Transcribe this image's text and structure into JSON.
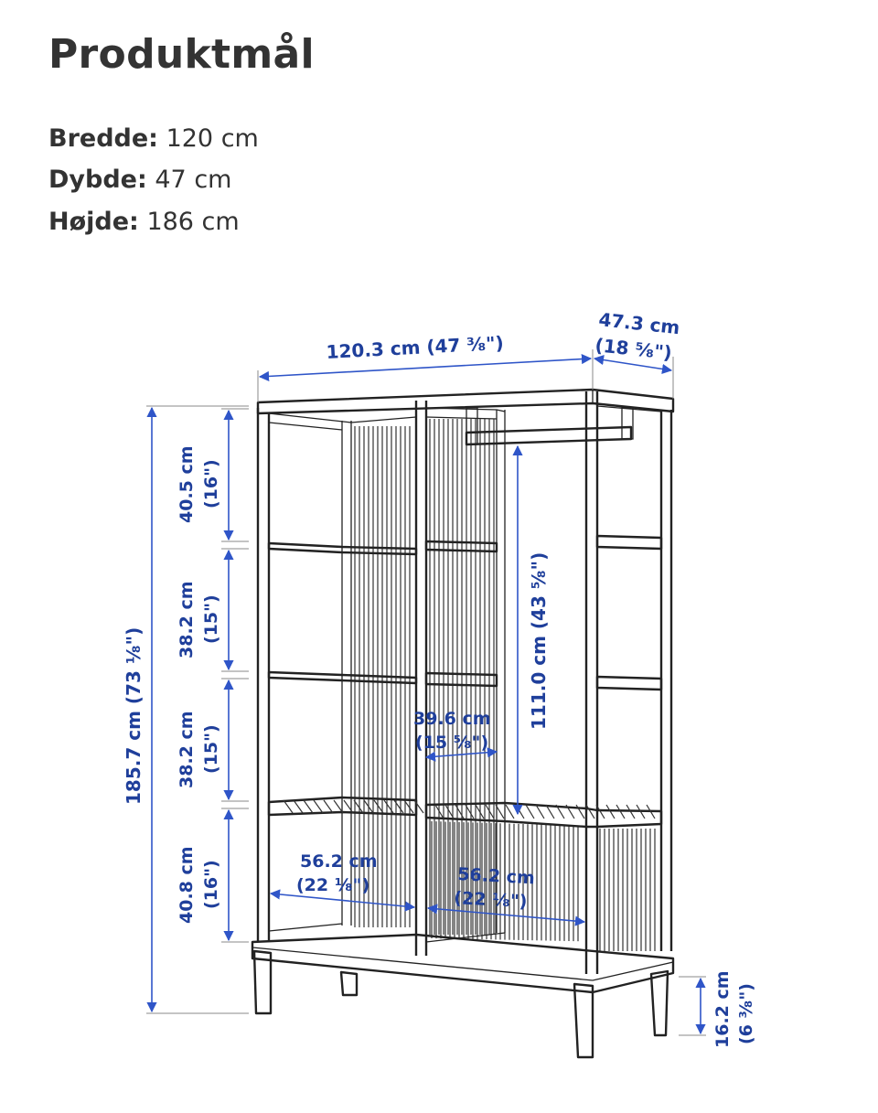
{
  "title": "Produktmål",
  "specs": {
    "width": {
      "label": "Bredde:",
      "value": "120 cm"
    },
    "depth": {
      "label": "Dybde:",
      "value": "47 cm"
    },
    "height": {
      "label": "Højde:",
      "value": "186 cm"
    }
  },
  "dimensions": {
    "overall_width": {
      "cm": "120.3 cm",
      "inch": "(47 ³⁄₈\")"
    },
    "overall_depth": {
      "cm": "47.3 cm",
      "inch": "(18 ⁵⁄₈\")"
    },
    "overall_height": {
      "cm": "185.7 cm",
      "inch": "(73 ¹⁄₈\")"
    },
    "shelf_1": {
      "cm": "40.5 cm",
      "inch": "(16\")"
    },
    "shelf_2": {
      "cm": "38.2 cm",
      "inch": "(15\")"
    },
    "shelf_3": {
      "cm": "38.2 cm",
      "inch": "(15\")"
    },
    "shelf_4": {
      "cm": "40.8 cm",
      "inch": "(16\")"
    },
    "hanging_height": {
      "cm": "111.0 cm",
      "inch": "(43 ⁵⁄₈\")"
    },
    "inner_shelf_width": {
      "cm": "39.6 cm",
      "inch": "(15 ⁵⁄₈\")"
    },
    "left_compartment_width": {
      "cm": "56.2 cm",
      "inch": "(22 ¹⁄₈\")"
    },
    "right_compartment_width": {
      "cm": "56.2 cm",
      "inch": "(22 ¹⁄₈\")"
    },
    "leg_height": {
      "cm": "16.2 cm",
      "inch": "(6 ³⁄₈\")"
    }
  },
  "colors": {
    "dimension": "#1f3f9b",
    "text": "#333333"
  }
}
